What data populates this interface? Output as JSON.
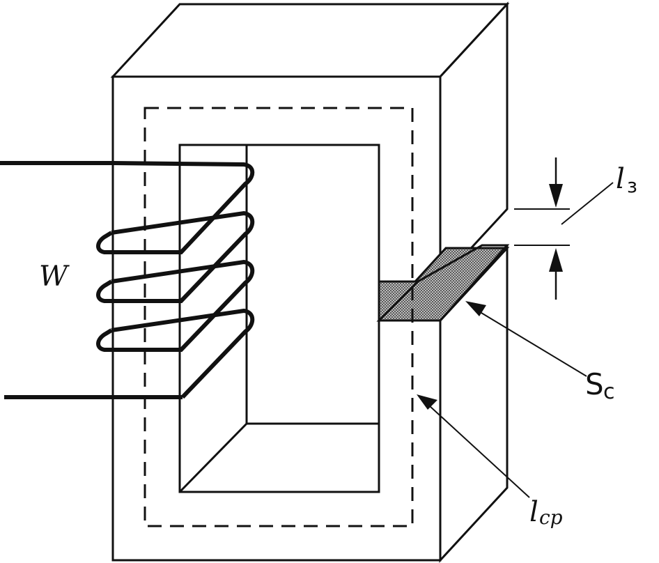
{
  "labels": {
    "winding": "W",
    "gap": "l",
    "gap_sub": "з",
    "section": "S",
    "section_sub": "c",
    "path": "l",
    "path_sub": "ср"
  },
  "colors": {
    "ink": "#111111",
    "background": "#ffffff",
    "section_fill": "#8a8a8a"
  }
}
